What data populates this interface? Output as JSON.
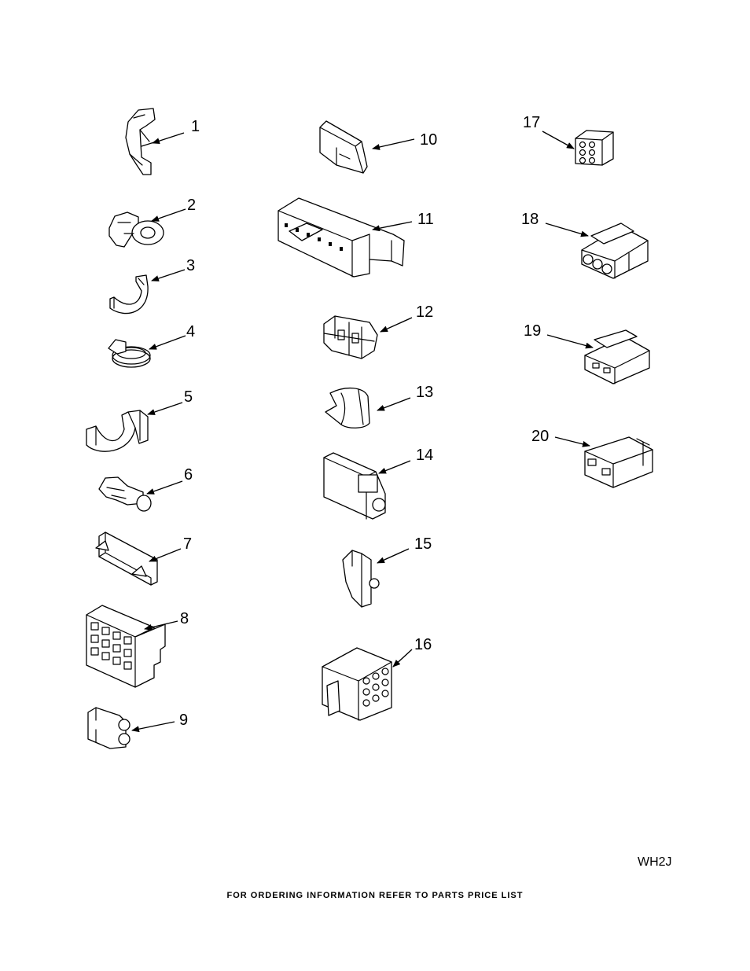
{
  "parts": [
    {
      "label": "1"
    },
    {
      "label": "2"
    },
    {
      "label": "3"
    },
    {
      "label": "4"
    },
    {
      "label": "5"
    },
    {
      "label": "6"
    },
    {
      "label": "7"
    },
    {
      "label": "8"
    },
    {
      "label": "9"
    },
    {
      "label": "10"
    },
    {
      "label": "11"
    },
    {
      "label": "12"
    },
    {
      "label": "13"
    },
    {
      "label": "14"
    },
    {
      "label": "15"
    },
    {
      "label": "16"
    },
    {
      "label": "17"
    },
    {
      "label": "18"
    },
    {
      "label": "19"
    },
    {
      "label": "20"
    }
  ],
  "diagram_code": "WH2J",
  "footer_text": "FOR ORDERING INFORMATION REFER TO PARTS PRICE LIST"
}
